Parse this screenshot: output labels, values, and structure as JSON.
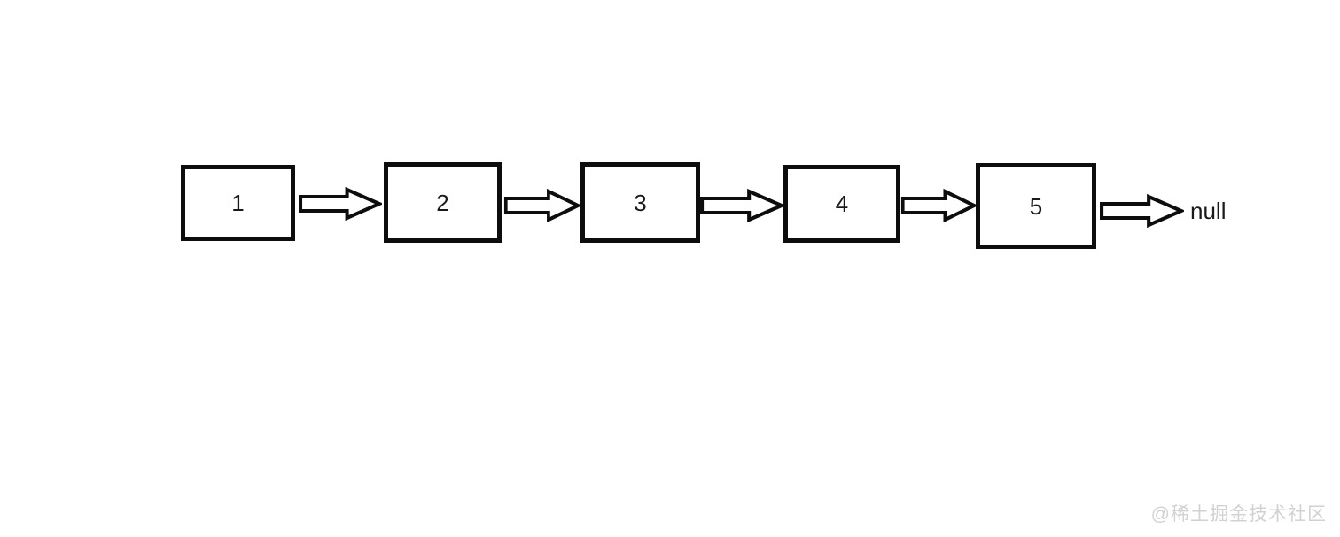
{
  "diagram": {
    "title": "singly-linked-list",
    "nodes": [
      {
        "label": "1"
      },
      {
        "label": "2"
      },
      {
        "label": "3"
      },
      {
        "label": "4"
      },
      {
        "label": "5"
      }
    ],
    "arrows": [
      {
        "icon": "right-arrow-icon",
        "from": "1",
        "to": "2"
      },
      {
        "icon": "right-arrow-icon",
        "from": "2",
        "to": "3"
      },
      {
        "icon": "right-arrow-icon",
        "from": "3",
        "to": "4"
      },
      {
        "icon": "right-arrow-icon",
        "from": "4",
        "to": "5"
      },
      {
        "icon": "right-arrow-icon",
        "from": "5",
        "to": "null"
      }
    ],
    "terminator_label": "null"
  },
  "watermark": {
    "text": "@稀土掘金技术社区"
  },
  "colors": {
    "background": "#ffffff",
    "node_border": "#0d0d0d",
    "node_fill": "#ffffff",
    "arrow_stroke": "#0d0d0d",
    "arrow_fill": "#ffffff",
    "text": "#1a1a1a",
    "watermark": "#d2d2d2"
  }
}
